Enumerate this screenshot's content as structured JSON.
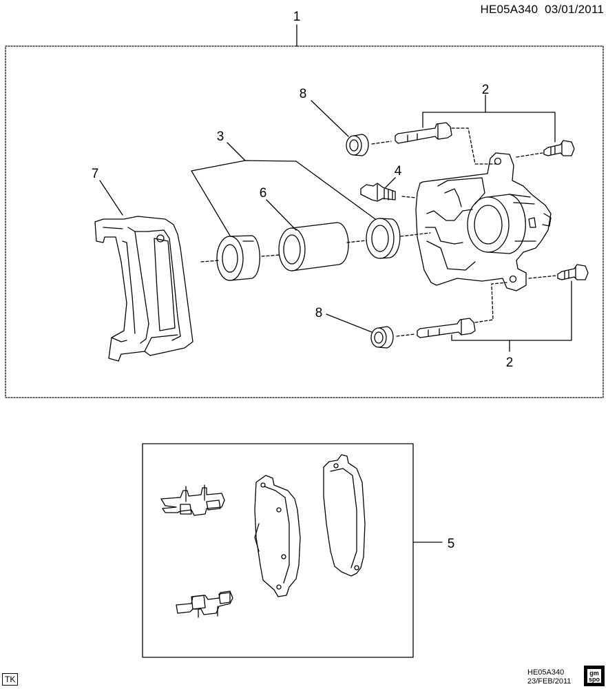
{
  "header": {
    "code": "HE05A340",
    "date": "03/01/2011"
  },
  "callouts": {
    "c1": "1",
    "c2a": "2",
    "c2b": "2",
    "c3": "3",
    "c4": "4",
    "c5": "5",
    "c6": "6",
    "c7": "7",
    "c8a": "8",
    "c8b": "8"
  },
  "footer": {
    "tag": "TK",
    "code": "HE05A340",
    "date": "23/FEB/2011",
    "logo_top": "gm",
    "logo_bottom": "spo"
  }
}
